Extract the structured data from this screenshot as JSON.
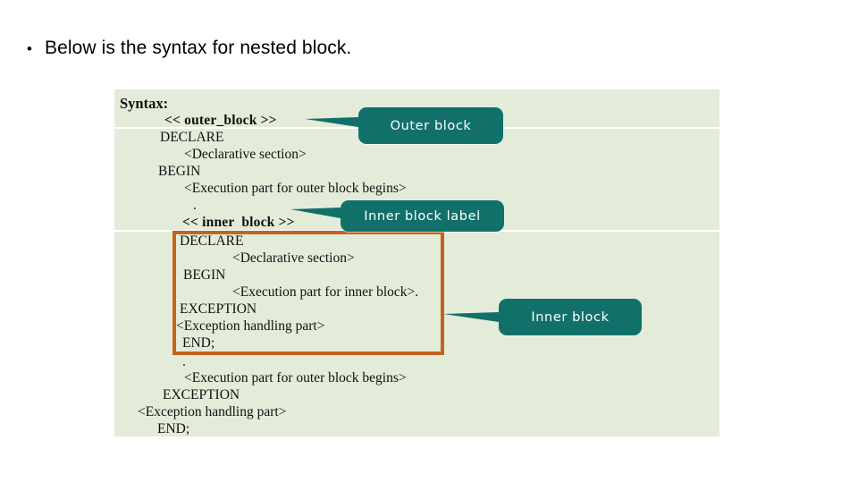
{
  "slide": {
    "bullet_glyph": "•",
    "heading": "Below is the syntax for nested block."
  },
  "syntax_panel": {
    "title": "Syntax:",
    "outer_block_lines": [
      "<< outer_block >>",
      "DECLARE",
      "<Declarative section>",
      "BEGIN",
      "<Execution part for outer block begins>",
      ".",
      "<< inner  block >>"
    ],
    "inner_block_lines": [
      "DECLARE",
      "<Declarative section>",
      "BEGIN",
      "<Execution part for inner block>.",
      "EXCEPTION",
      "<Exception handling part>",
      "END;"
    ],
    "outer_block_tail_lines": [
      ".",
      "<Execution part for outer block begins>",
      "EXCEPTION",
      "<Exception handling part>",
      "END;"
    ]
  },
  "callouts": [
    {
      "id": "outer-block",
      "label": "Outer block"
    },
    {
      "id": "inner-block-label",
      "label": "Inner block label"
    },
    {
      "id": "inner-block",
      "label": "Inner block"
    }
  ],
  "colors": {
    "panel_background": "#e3ecd9",
    "callout_teal": "#12706a",
    "inner_frame_orange": "#c2641e",
    "slide_background": "#ffffff",
    "code_text": "#111111",
    "separator_white": "#ffffff"
  }
}
